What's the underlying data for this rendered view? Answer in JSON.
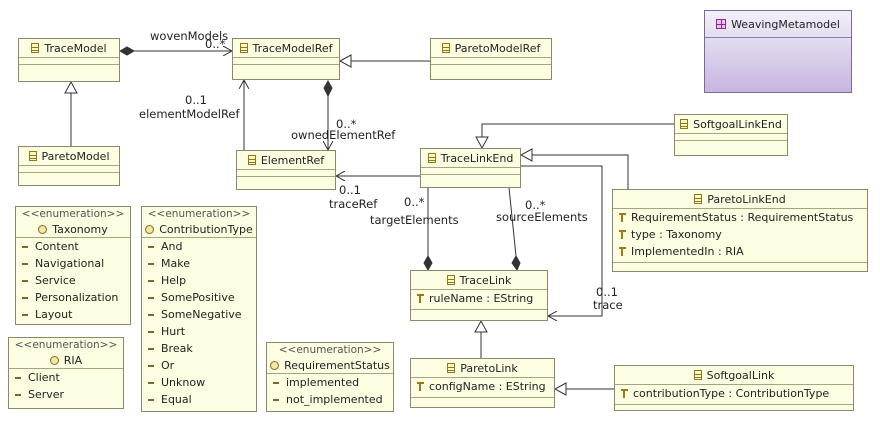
{
  "package": {
    "name": "WeavingMetamodel"
  },
  "classes": {
    "trace_model": {
      "name": "TraceModel"
    },
    "pareto_model": {
      "name": "ParetoModel"
    },
    "trace_model_ref": {
      "name": "TraceModelRef"
    },
    "pareto_model_ref": {
      "name": "ParetoModelRef"
    },
    "element_ref": {
      "name": "ElementRef"
    },
    "trace_link_end": {
      "name": "TraceLinkEnd"
    },
    "softgoal_link_end": {
      "name": "SoftgoalLinkEnd"
    },
    "pareto_link_end": {
      "name": "ParetoLinkEnd",
      "attributes": [
        "RequirementStatus : RequirementStatus",
        "type : Taxonomy",
        "ImplementedIn : RIA"
      ]
    },
    "trace_link": {
      "name": "TraceLink",
      "attributes": [
        "ruleName : EString"
      ]
    },
    "pareto_link": {
      "name": "ParetoLink",
      "attributes": [
        "configName : EString"
      ]
    },
    "softgoal_link": {
      "name": "SoftgoalLink",
      "attributes": [
        "contributionType : ContributionType"
      ]
    }
  },
  "enumerations": {
    "stereotype": "<<enumeration>>",
    "taxonomy": {
      "name": "Taxonomy",
      "literals": [
        "Content",
        "Navigational",
        "Service",
        "Personalization",
        "Layout"
      ]
    },
    "contribution_type": {
      "name": "ContributionType",
      "literals": [
        "And",
        "Make",
        "Help",
        "SomePositive",
        "SomeNegative",
        "Hurt",
        "Break",
        "Or",
        "Unknow",
        "Equal"
      ]
    },
    "ria": {
      "name": "RIA",
      "literals": [
        "Client",
        "Server"
      ]
    },
    "requirement_status": {
      "name": "RequirementStatus",
      "literals": [
        "implemented",
        "not_implemented"
      ]
    }
  },
  "associations": {
    "woven_models": {
      "role": "wovenModels",
      "mult": "0..*"
    },
    "element_model_ref": {
      "role": "elementModelRef",
      "mult": "0..1"
    },
    "owned_element_ref": {
      "role": "ownedElementRef",
      "mult": "0..*"
    },
    "trace_ref": {
      "role": "traceRef",
      "mult": "0..1"
    },
    "target_elements": {
      "role": "targetElements",
      "mult": "0..*"
    },
    "source_elements": {
      "role": "sourceElements",
      "mult": "0..*"
    },
    "trace": {
      "role": "trace",
      "mult": "0..1"
    }
  },
  "icons": {
    "class": "class-icon",
    "enumeration": "enumeration-icon",
    "attribute": "attribute-icon",
    "literal": "literal-icon",
    "package": "package-icon"
  },
  "colors": {
    "class_fill": "#fdfde2",
    "border": "#8a8a6a",
    "package_fill_top": "#f4f0f8",
    "package_fill_bottom": "#c6b6e0"
  }
}
